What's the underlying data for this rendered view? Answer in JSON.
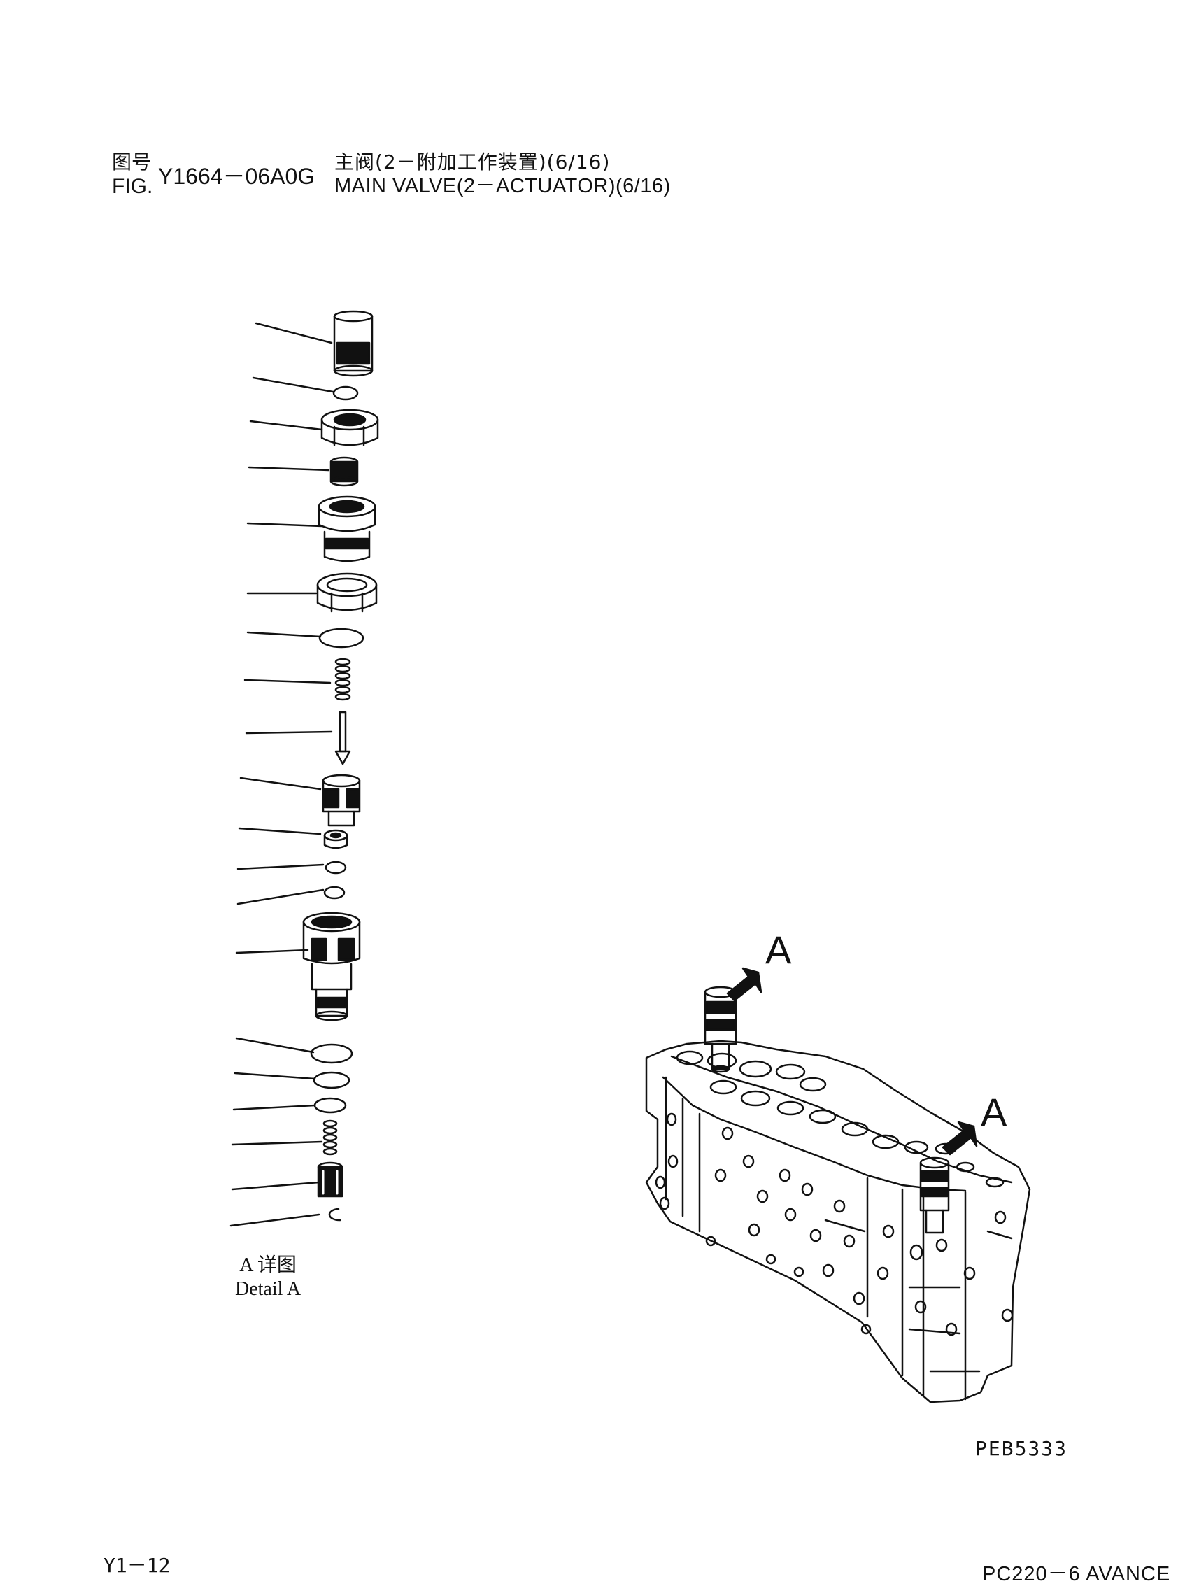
{
  "header": {
    "fig_label_cn": "图号",
    "fig_label_en": "FIG.",
    "fig_number": "Y1664－06A0G",
    "title_cn": "主阀(2－附加工作装置)(6/16)",
    "title_en": "MAIN VALVE(2－ACTUATOR)(6/16)"
  },
  "detail": {
    "caption_cn": "A 详图",
    "caption_en": "Detail A"
  },
  "callouts": {
    "a1": "A",
    "a2": "A"
  },
  "drawing_code": "PEB5333",
  "footer": {
    "page_number": "Y1－12",
    "model": "PC220－6 AVANCE"
  }
}
